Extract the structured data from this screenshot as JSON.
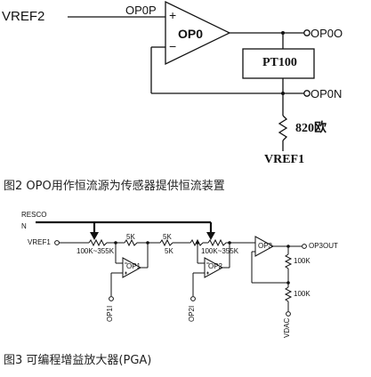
{
  "figure2": {
    "vref2": "VREF2",
    "op0p": "OP0P",
    "plus": "+",
    "minus": "−",
    "opamp": "OP0",
    "op0o": "OP0O",
    "op0n": "OP0N",
    "pt100": "PT100",
    "resistor": "820欧",
    "vref1": "VREF1",
    "caption": "图2  OPO用作恒流源为传感器提供恒流装置"
  },
  "figure3": {
    "resco_line1": "RESCO",
    "resco_line2": "N",
    "vref1": "VREF1",
    "r1": "100K~355K",
    "r2": "5K",
    "op1": "OP1",
    "r3": "5K",
    "r4": "5K",
    "r5": "100K~355K",
    "op2": "OP2",
    "op3": "OP3",
    "op3out": "OP3OUT",
    "r6": "100K",
    "r7": "100K",
    "op1i": "OP1I",
    "op2i": "OP2I",
    "vdac": "VDAC",
    "caption": "图3  可编程增益放大器(PGA)"
  }
}
